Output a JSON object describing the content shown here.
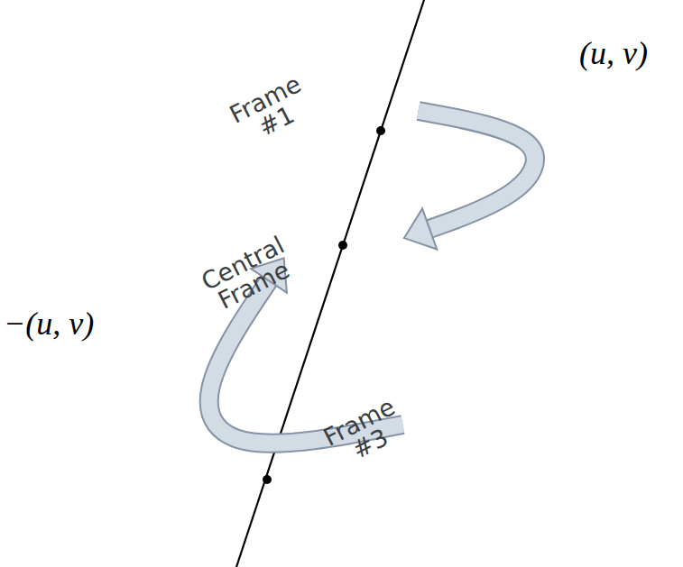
{
  "diagram": {
    "nodes": [
      {
        "text": [
          "Frame #1"
        ]
      },
      {
        "text": [
          "Central Frame"
        ]
      },
      {
        "text": [
          "Frame #3"
        ]
      }
    ],
    "edges": [
      {
        "from": 0,
        "to": 1,
        "arrow": "to",
        "label": "(u, v)"
      },
      {
        "from": 2,
        "to": 1,
        "arrow": "to",
        "label": "−(u, v)"
      }
    ]
  }
}
